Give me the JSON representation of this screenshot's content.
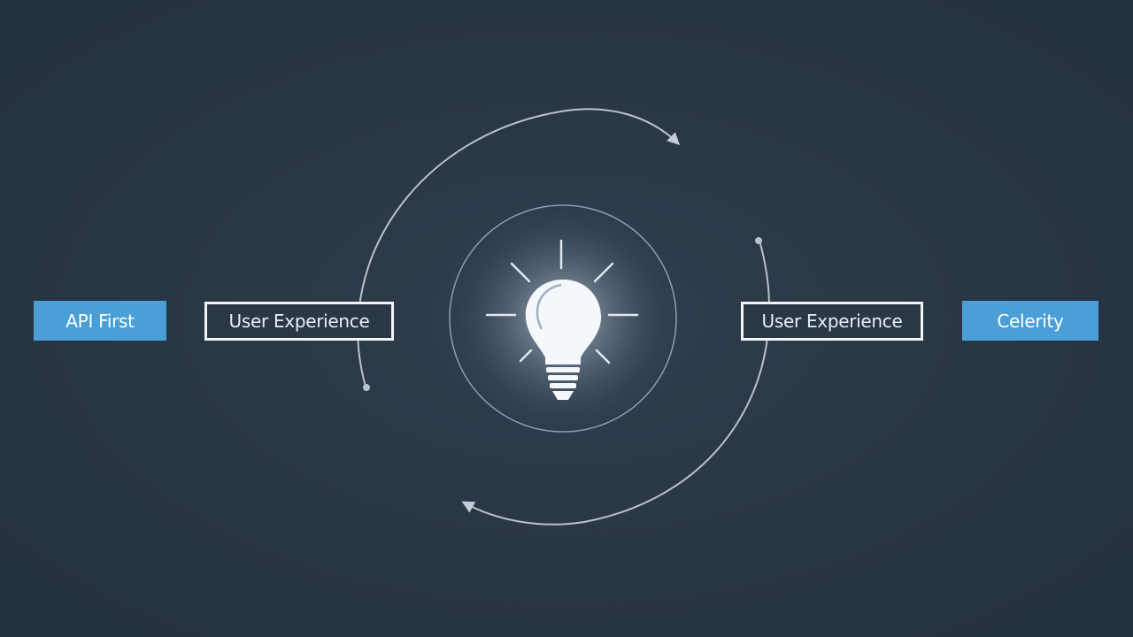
{
  "nodes": [
    {
      "id": "api",
      "label": "API First",
      "style": "filled"
    },
    {
      "id": "ux-left",
      "label": "User Experience",
      "style": "outlined"
    },
    {
      "id": "ux-right",
      "label": "User Experience",
      "style": "outlined"
    },
    {
      "id": "celerity",
      "label": "Celerity",
      "style": "filled"
    }
  ],
  "center_icon": "lightbulb-icon",
  "colors": {
    "background": "#2a3747",
    "accent_fill": "#4a9fd8",
    "outline": "#f2f4f7",
    "arrow": "#c4ccd6",
    "glow": "#ffffff"
  }
}
